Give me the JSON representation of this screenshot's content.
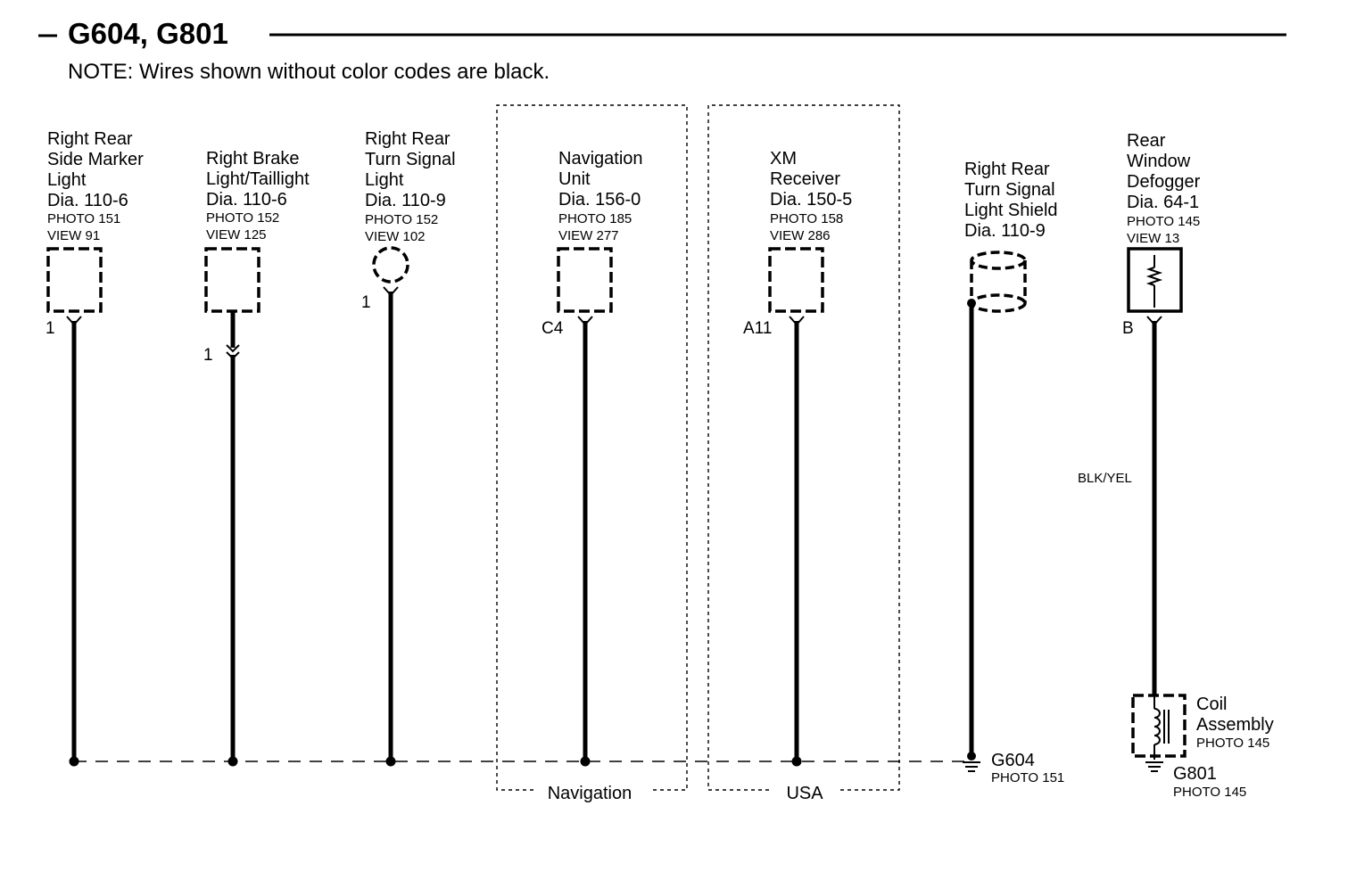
{
  "header": {
    "title": "G604, G801",
    "note": "NOTE: Wires shown without color codes are black."
  },
  "components": [
    {
      "id": "side-marker",
      "lines": [
        "Right  Rear",
        "Side Marker",
        "Light",
        "Dia. 110-6"
      ],
      "photo": "PHOTO 151",
      "view": "VIEW 91",
      "pin": "1"
    },
    {
      "id": "brake-light",
      "lines": [
        "Right  Brake",
        "Light/Taillight",
        "Dia. 110-6"
      ],
      "photo": "PHOTO 152",
      "view": "VIEW 125",
      "pin": "1"
    },
    {
      "id": "turn-signal",
      "lines": [
        "Right Rear",
        "Turn Signal",
        "Light",
        "Dia. 110-9"
      ],
      "photo": "PHOTO 152",
      "view": "VIEW 102",
      "pin": "1"
    },
    {
      "id": "navigation-unit",
      "lines": [
        "Navigation",
        "Unit",
        "Dia. 156-0"
      ],
      "photo": "PHOTO 185",
      "view": "VIEW 277",
      "pin": "C4"
    },
    {
      "id": "xm-receiver",
      "lines": [
        "XM",
        "Receiver",
        "Dia. 150-5"
      ],
      "photo": "PHOTO 158",
      "view": "VIEW 286",
      "pin": "A11"
    },
    {
      "id": "turn-signal-shield",
      "lines": [
        "Right  Rear",
        "Turn Signal",
        "Light Shield",
        "Dia. 110-9"
      ]
    },
    {
      "id": "rear-defogger",
      "lines": [
        "Rear",
        "Window",
        "Defogger",
        "Dia. 64-1"
      ],
      "photo": "PHOTO 145",
      "view": "VIEW 13",
      "pin": "B"
    }
  ],
  "wire_color": "BLK/YEL",
  "regions": [
    {
      "id": "navigation",
      "label": "Navigation"
    },
    {
      "id": "usa",
      "label": "USA"
    }
  ],
  "coil": {
    "lines": [
      "Coil",
      "Assembly"
    ],
    "photo": "PHOTO 145"
  },
  "grounds": [
    {
      "id": "g604",
      "name": "G604",
      "photo": "PHOTO 151"
    },
    {
      "id": "g801",
      "name": "G801",
      "photo": "PHOTO 145"
    }
  ]
}
